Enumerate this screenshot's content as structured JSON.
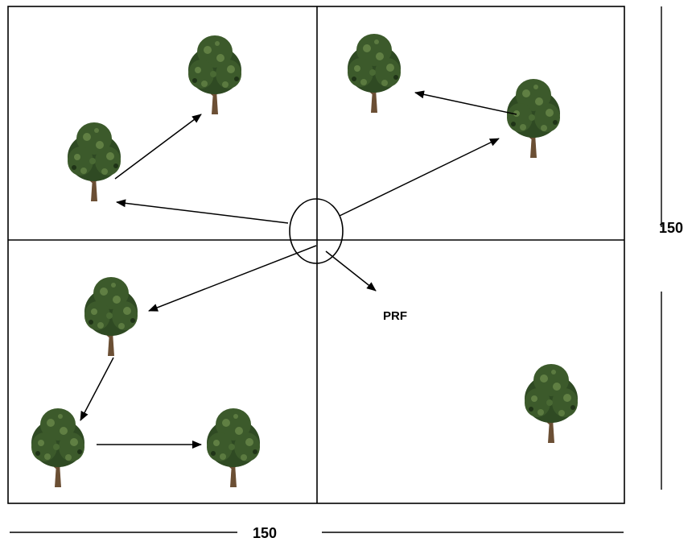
{
  "labels": {
    "center_point": "PRF",
    "width_dimension": "150",
    "height_dimension": "150"
  },
  "colors": {
    "foliage_dark": "#2f4a23",
    "foliage_mid": "#4a6a34",
    "foliage_light": "#6f8f4e",
    "trunk": "#6b4f34",
    "line": "#000000"
  },
  "trees": [
    {
      "name": "tree-upper-left-high"
    },
    {
      "name": "tree-upper-left-low"
    },
    {
      "name": "tree-upper-right-left"
    },
    {
      "name": "tree-upper-right-right"
    },
    {
      "name": "tree-lower-left-top"
    },
    {
      "name": "tree-lower-left-bottom-left"
    },
    {
      "name": "tree-lower-left-bottom-right"
    },
    {
      "name": "tree-lower-right"
    }
  ],
  "arrows": [
    {
      "name": "arrow-prf-to-upper-left-tree"
    },
    {
      "name": "arrow-upper-left-tree-to-upper-left-high-tree"
    },
    {
      "name": "arrow-prf-to-upper-right-tree"
    },
    {
      "name": "arrow-upper-right-tree-to-upper-right-left-tree"
    },
    {
      "name": "arrow-prf-to-lower-left-tree"
    },
    {
      "name": "arrow-lower-left-tree-to-bottom-left-tree"
    },
    {
      "name": "arrow-bottom-left-tree-to-bottom-right-tree"
    },
    {
      "name": "arrow-prf-to-label"
    }
  ]
}
